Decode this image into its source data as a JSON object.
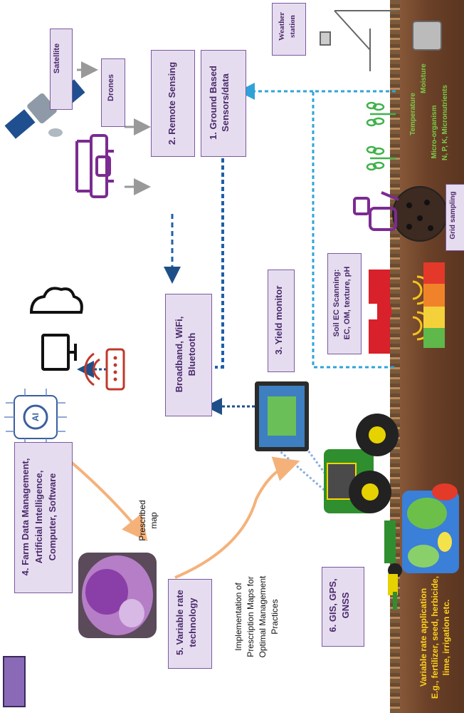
{
  "boxes": {
    "satellite": "Satellite",
    "drones": "Drones",
    "remote_sensing": "2. Remote Sensing",
    "ground_sensors_line1": "1. Ground Based",
    "ground_sensors_line2": "Sensors/data",
    "weather_line1": "Weather",
    "weather_line2": "station",
    "broadband_line1": "Broadband, WiFi,",
    "broadband_line2": "Bluetooth",
    "yield_monitor": "3. Yield monitor",
    "soil_ec_line1": "Soil EC Scanning:",
    "soil_ec_line2": "EC, OM, texture, pH",
    "grid_sampling": "Grid sampling",
    "farm_data_line1": "4. Farm Data Management,",
    "farm_data_line2": "Artificial Intelligence,",
    "farm_data_line3": "Computer, Software",
    "vrt_line1": "5. Variable rate",
    "vrt_line2": "technology",
    "gis_line1": "6. GIS, GPS,",
    "gis_line2": "GNSS"
  },
  "labels": {
    "prescribed_line1": "Prescribed",
    "prescribed_line2": "map",
    "implementation_line1": "Implementation of",
    "implementation_line2": "Prescription Maps for",
    "implementation_line3": "Optimal Management",
    "implementation_line4": "Practices",
    "ai": "AI",
    "soil_temperature": "Temperature",
    "soil_moisture": "Moisture",
    "soil_micro": "Micro-organism",
    "soil_npk": "N, P, K, Micronutrients",
    "vra_line1": "Variable rate application",
    "vra_line2": "E.g., fertilizer, seed, herbicide,",
    "vra_line3": "lime, irrigation etc."
  },
  "colors": {
    "box_fill": "#e6dcf0",
    "box_border": "#7a5a9e",
    "blue_arrow": "#1f5fa8",
    "light_blue_arrow": "#2fa3d8",
    "orange_arrow": "#f4b27a",
    "soil_text_green": "#7ccb4a",
    "vra_text": "#ffd21f"
  }
}
